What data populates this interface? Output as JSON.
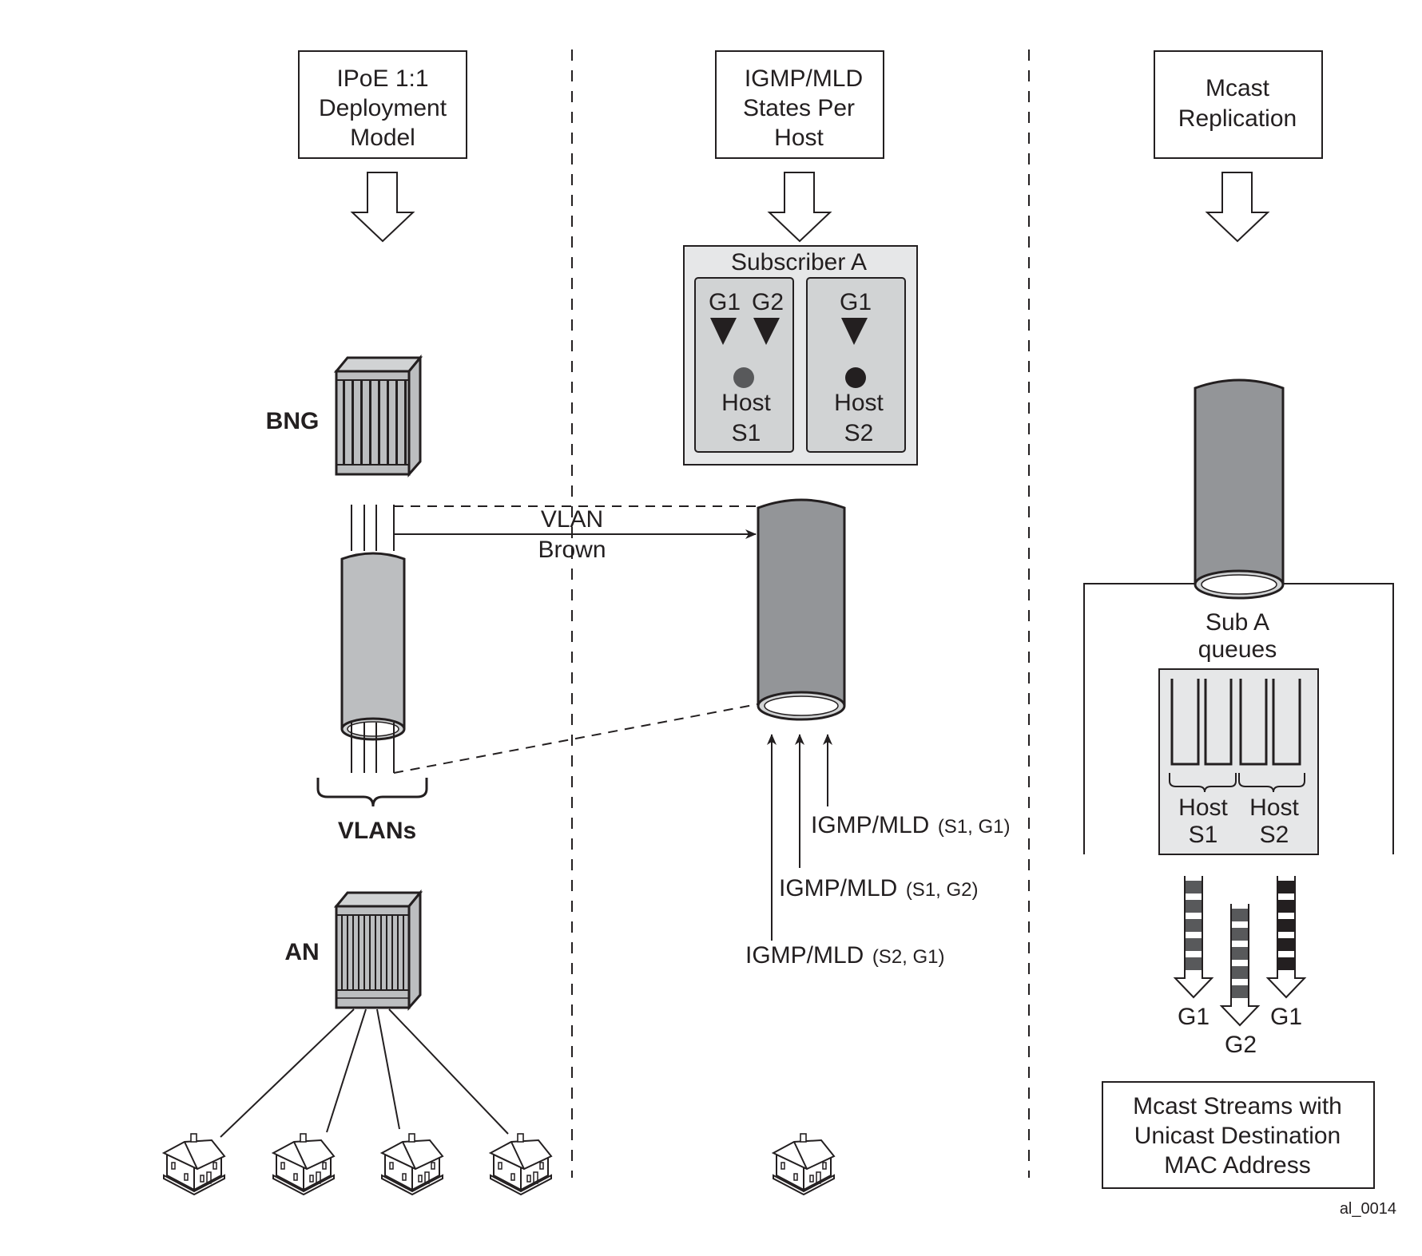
{
  "figure_id": "al_0014",
  "columns": [
    {
      "title_lines": [
        "IPoE 1:1",
        "Deployment",
        "Model"
      ],
      "devices": {
        "bng": "BNG",
        "an": "AN"
      },
      "vlans_label": "VLANs",
      "vlan_link_lines": [
        "VLAN",
        "Brown"
      ],
      "house_count": 4
    },
    {
      "title_lines": [
        "IGMP/MLD",
        "States Per",
        "Host"
      ],
      "subscriber": {
        "title": "Subscriber A",
        "hosts": [
          {
            "groups": [
              "G1",
              "G2"
            ],
            "label_lines": [
              "Host",
              "S1"
            ],
            "dot_color": "#58595b"
          },
          {
            "groups": [
              "G1"
            ],
            "label_lines": [
              "Host",
              "S2"
            ],
            "dot_color": "#231f20"
          }
        ]
      },
      "reports": [
        {
          "main": "IGMP/MLD",
          "args": "(S1, G1)"
        },
        {
          "main": "IGMP/MLD",
          "args": "(S1, G2)"
        },
        {
          "main": "IGMP/MLD",
          "args": "(S2, G1)"
        }
      ]
    },
    {
      "title_lines": [
        "Mcast",
        "Replication"
      ],
      "queues_label_lines": [
        "Sub A",
        "queues"
      ],
      "queue_hosts": [
        {
          "label_lines": [
            "Host",
            "S1"
          ]
        },
        {
          "label_lines": [
            "Host",
            "S2"
          ]
        }
      ],
      "streams": [
        {
          "label": "G1",
          "color": "#58595b"
        },
        {
          "label": "G2",
          "color": "#58595b"
        },
        {
          "label": "G1",
          "color": "#231f20"
        }
      ],
      "footer_lines": [
        "Mcast Streams with",
        "Unicast Destination",
        "MAC Address"
      ]
    }
  ],
  "colors": {
    "line": "#231f20",
    "cylinder_light": "#bcbec0",
    "cylinder_dark": "#939598",
    "panel": "#e6e7e8",
    "panel_inner": "#d1d3d4"
  }
}
